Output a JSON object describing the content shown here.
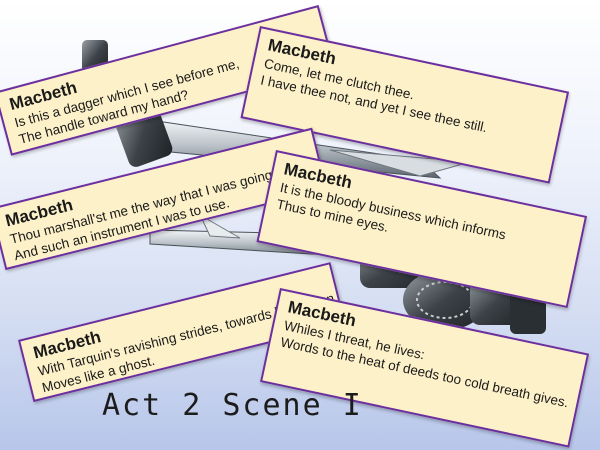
{
  "title": "Act 2 Scene I",
  "colors": {
    "card_fill": "#fdf1c9",
    "card_border": "#6b2fa0",
    "background_top": "#ffffff",
    "background_bottom": "#b7c6ea"
  },
  "cards": [
    {
      "speaker": "Macbeth",
      "lines": [
        "Is this a dagger which I see before me,",
        "The handle toward my hand?"
      ]
    },
    {
      "speaker": "Macbeth",
      "lines": [
        "Come, let me clutch thee.",
        "I have thee not, and yet I see thee still."
      ]
    },
    {
      "speaker": "Macbeth",
      "lines": [
        "Thou marshall'st me the way that I was going;",
        "And such an instrument I was to use."
      ]
    },
    {
      "speaker": "Macbeth",
      "lines": [
        "It is the bloody business which informs",
        "Thus to mine eyes."
      ]
    },
    {
      "speaker": "Macbeth",
      "lines": [
        "With Tarquin's ravishing strides, towards his design",
        "Moves like a ghost."
      ]
    },
    {
      "speaker": "Macbeth",
      "lines": [
        "Whiles I threat, he lives:",
        "Words to the heat of deeds too cold breath gives."
      ]
    }
  ]
}
